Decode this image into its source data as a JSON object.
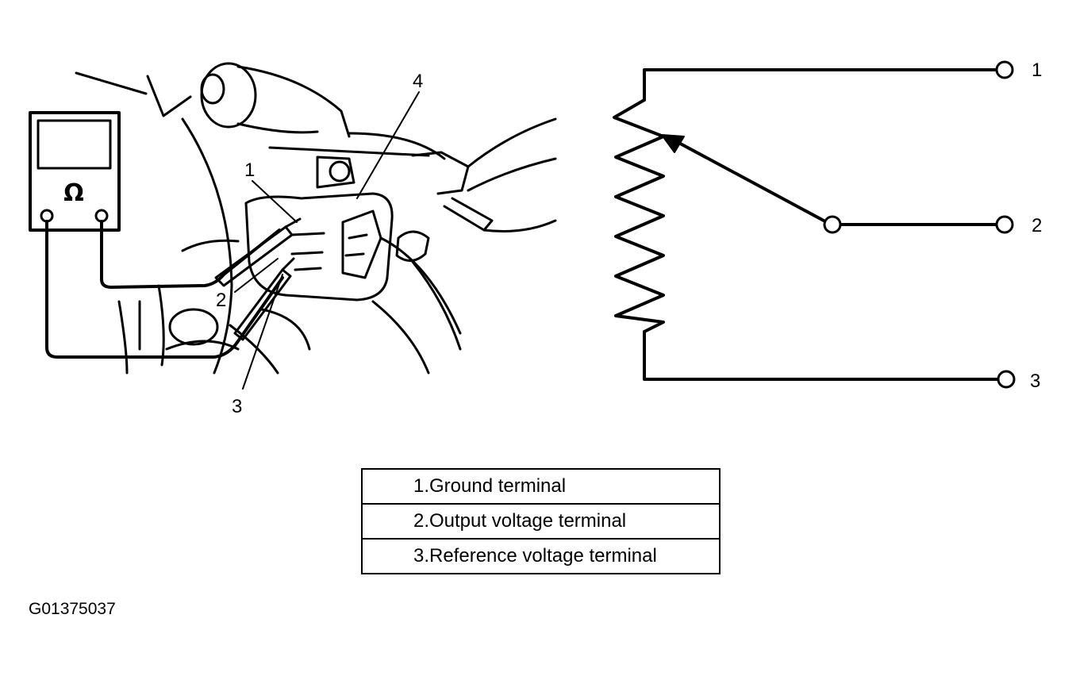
{
  "meter_symbol": "Ω",
  "photo_callouts": [
    "1",
    "2",
    "3",
    "4"
  ],
  "schematic_terminals": [
    "1",
    "2",
    "3"
  ],
  "legend": [
    {
      "num": "1.",
      "text": "Ground terminal"
    },
    {
      "num": "2.",
      "text": "Output voltage terminal"
    },
    {
      "num": "3.",
      "text": "Reference voltage terminal"
    }
  ],
  "figure_id": "G01375037"
}
